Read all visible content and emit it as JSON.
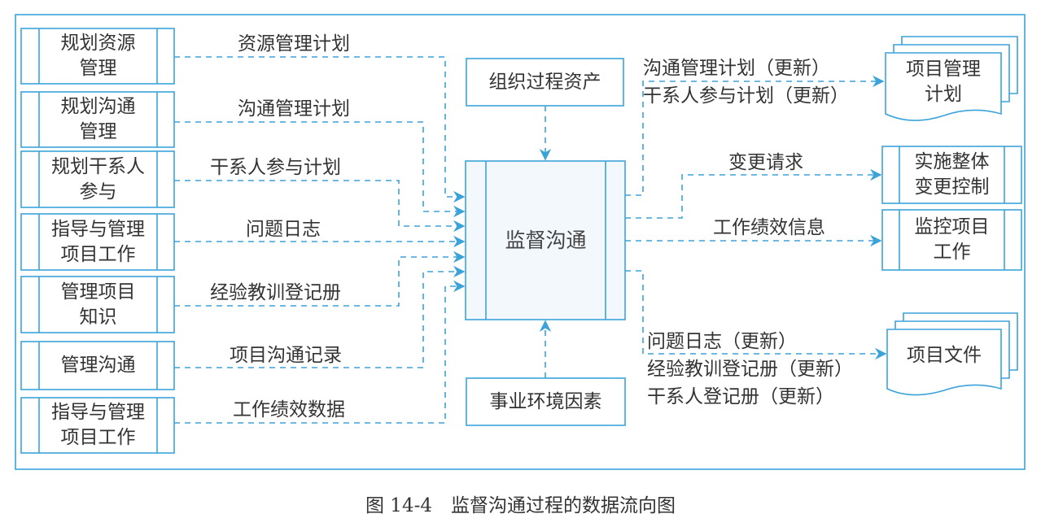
{
  "inputs": [
    {
      "process": "规划资源\n管理",
      "flow": "资源管理计划"
    },
    {
      "process": "规划沟通\n管理",
      "flow": "沟通管理计划"
    },
    {
      "process": "规划干系人\n参与",
      "flow": "干系人参与计划"
    },
    {
      "process": "指导与管理\n项目工作",
      "flow": "问题日志"
    },
    {
      "process": "管理项目\n知识",
      "flow": "经验教训登记册"
    },
    {
      "process": "管理沟通",
      "flow": "项目沟通记录"
    },
    {
      "process": "指导与管理\n项目工作",
      "flow": "工作绩效数据"
    }
  ],
  "center": "监督沟通",
  "top_input": "组织过程资产",
  "bottom_input": "事业环境因素",
  "outputs": [
    {
      "target": "项目管理\n计划",
      "flows": [
        "沟通管理计划（更新）",
        "干系人参与计划（更新）"
      ]
    },
    {
      "target": "实施整体\n变更控制",
      "flows": [
        "变更请求"
      ]
    },
    {
      "target": "监控项目\n工作",
      "flows": [
        "工作绩效信息"
      ]
    },
    {
      "target": "项目文件",
      "flows": [
        "问题日志（更新）",
        "经验教训登记册（更新）",
        "干系人登记册（更新）"
      ]
    }
  ],
  "caption": "图 14-4　监督沟通过程的数据流向图",
  "colors": {
    "line": "#3ba3da",
    "text": "#333333"
  }
}
